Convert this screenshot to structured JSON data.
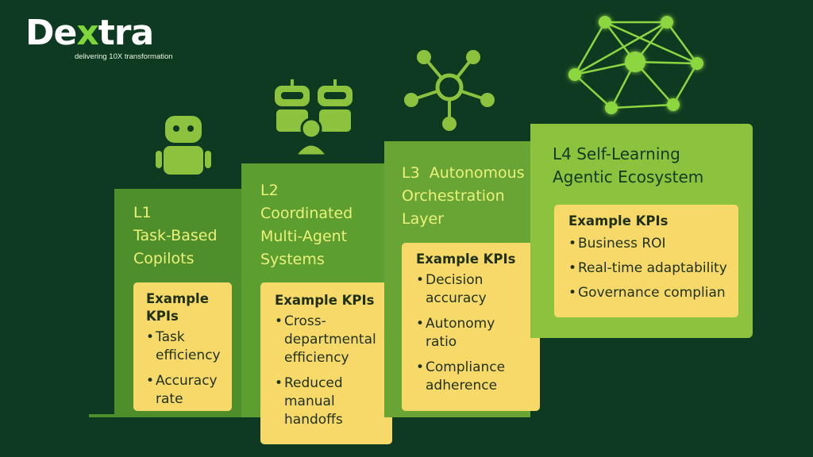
{
  "brand": {
    "logo_text": "Dextra",
    "tagline": "delivering 10X transformation",
    "colors": {
      "background": "#0f3a22",
      "accent": "#7fd63a",
      "kpi_card": "#f7d96a",
      "step_title": "#eaf27a"
    }
  },
  "levels": [
    {
      "title_lines": [
        "L1",
        "Task-Based",
        "Copilots"
      ],
      "icon": "robot-icon",
      "kpi_heading_lines": [
        "Example",
        "KPIs"
      ],
      "kpis": [
        [
          "Task",
          "efficiency"
        ],
        [
          "Accuracy",
          "rate"
        ]
      ]
    },
    {
      "title_lines": [
        "L2",
        "Coordinated",
        "Multi-Agent",
        "Systems"
      ],
      "icon": "multi-agent-icon",
      "kpi_heading_lines": [
        "Example KPIs"
      ],
      "kpis": [
        [
          "Cross-",
          "departmental",
          "efficiency"
        ],
        [
          "Reduced",
          "manual",
          "handoffs"
        ]
      ]
    },
    {
      "title_lines": [
        "L3  Autonomous",
        "Orchestration",
        "Layer"
      ],
      "icon": "orchestration-hub-icon",
      "kpi_heading_lines": [
        "Example KPIs"
      ],
      "kpis": [
        [
          "Decision",
          "accuracy"
        ],
        [
          "Autonomy",
          "ratio"
        ],
        [
          "Compliance",
          "adherence"
        ]
      ]
    },
    {
      "title_lines": [
        "L4 Self-Learning",
        "Agentic Ecosystem"
      ],
      "icon": "network-ecosystem-icon",
      "kpi_heading_lines": [
        "Example KPIs"
      ],
      "kpis": [
        [
          "Business ROI"
        ],
        [
          "Real-time adaptability"
        ],
        [
          "Governance complian"
        ]
      ]
    }
  ]
}
